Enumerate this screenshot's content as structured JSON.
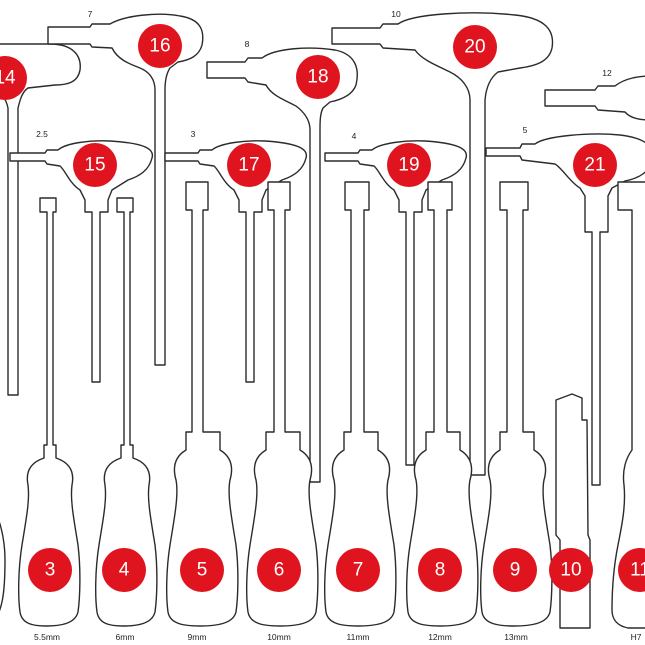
{
  "tray": {
    "badges": {
      "b3": "3",
      "b4": "4",
      "b5": "5",
      "b6": "6",
      "b7": "7",
      "b8": "8",
      "b9": "9",
      "b10": "10",
      "b11": "11",
      "b14": "14",
      "b15": "15",
      "b16": "16",
      "b17": "17",
      "b18": "18",
      "b19": "19",
      "b20": "20",
      "b21": "21"
    },
    "size_labels": {
      "s3": "5.5mm",
      "s4": "6mm",
      "s5": "9mm",
      "s6": "10mm",
      "s7": "11mm",
      "s8": "12mm",
      "s9": "13mm",
      "s11": "H7"
    },
    "tool_sizes": {
      "t15": "2.5",
      "t16": "7",
      "t17": "3",
      "t18": "8",
      "t19": "4",
      "t20": "10",
      "t21": "5",
      "t22": "12"
    }
  },
  "colors": {
    "badge": "#e0141e",
    "outline": "#2b2b2b",
    "background": "#ffffff"
  }
}
